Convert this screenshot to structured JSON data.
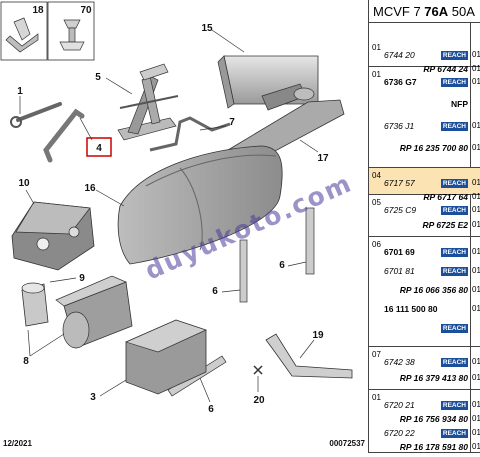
{
  "header": {
    "prefix": "MCVF 7",
    "model": "76A",
    "variant": "50A"
  },
  "watermark": "duyukoto.com",
  "footer": {
    "date": "12/2021",
    "code": "00072537"
  },
  "callouts": {
    "c1": "1",
    "c4": "4",
    "c5": "5",
    "c6a": "6",
    "c6b": "6",
    "c6c": "6",
    "c7": "7",
    "c8": "8",
    "c9": "9",
    "c10": "10",
    "c15": "15",
    "c16": "16",
    "c17": "17",
    "c18": "18",
    "c19": "19",
    "c20": "20",
    "c70": "70",
    "c3": "3"
  },
  "panel": {
    "groups": [
      {
        "no": "01",
        "rows": [
          {
            "ref": "6744 20",
            "style": "it",
            "badge": "REACH",
            "qty": "01"
          },
          {
            "rp": "RP 6744 24",
            "qty": "01"
          }
        ]
      },
      {
        "no": "01",
        "rows": [
          {
            "ref": "6736 G7",
            "style": "bd",
            "badge": "REACH",
            "qty": "01"
          },
          {
            "rp": "NFP",
            "up": true
          },
          {
            "ref": "6736 J1",
            "style": "it",
            "badge": "REACH",
            "qty": "01"
          },
          {
            "rp": "RP 16 235 700 80",
            "qty": "01"
          }
        ]
      },
      {
        "no": "04",
        "hl": true,
        "rows": [
          {
            "ref": "6717 57",
            "style": "it",
            "badge": "REACH",
            "qty": "01"
          },
          {
            "rp": "RP 6717 64",
            "qty": "01"
          }
        ]
      },
      {
        "no": "05",
        "rows": [
          {
            "ref": "6725 C9",
            "style": "it",
            "badge": "REACH",
            "qty": "01"
          },
          {
            "rp": "RP 6725 E2",
            "qty": "01"
          }
        ]
      },
      {
        "no": "06",
        "rows": [
          {
            "ref": "6701 69",
            "style": "bd",
            "badge": "REACH",
            "qty": "01"
          },
          {
            "ref": "6701 81",
            "style": "it",
            "badge": "REACH",
            "qty": "01"
          },
          {
            "rp": "RP 16 066 356 80",
            "qty": "01"
          },
          {
            "ref": "16 111 500 80",
            "style": "bd",
            "qty": "01"
          },
          {
            "badge": "REACH"
          }
        ]
      },
      {
        "no": "07",
        "rows": [
          {
            "ref": "6742 38",
            "style": "it",
            "badge": "REACH",
            "qty": "01"
          },
          {
            "rp": "RP 16 379 413 80",
            "qty": "01"
          }
        ]
      },
      {
        "no": "01",
        "rows": [
          {
            "ref": "6720 21",
            "style": "it",
            "badge": "REACH",
            "qty": "01"
          },
          {
            "rp": "RP 16 756 934 80",
            "qty": "01"
          },
          {
            "ref": "6720 22",
            "style": "it",
            "badge": "REACH",
            "qty": "01"
          },
          {
            "rp": "RP 16 178 591 80",
            "qty": "01"
          }
        ]
      }
    ]
  }
}
